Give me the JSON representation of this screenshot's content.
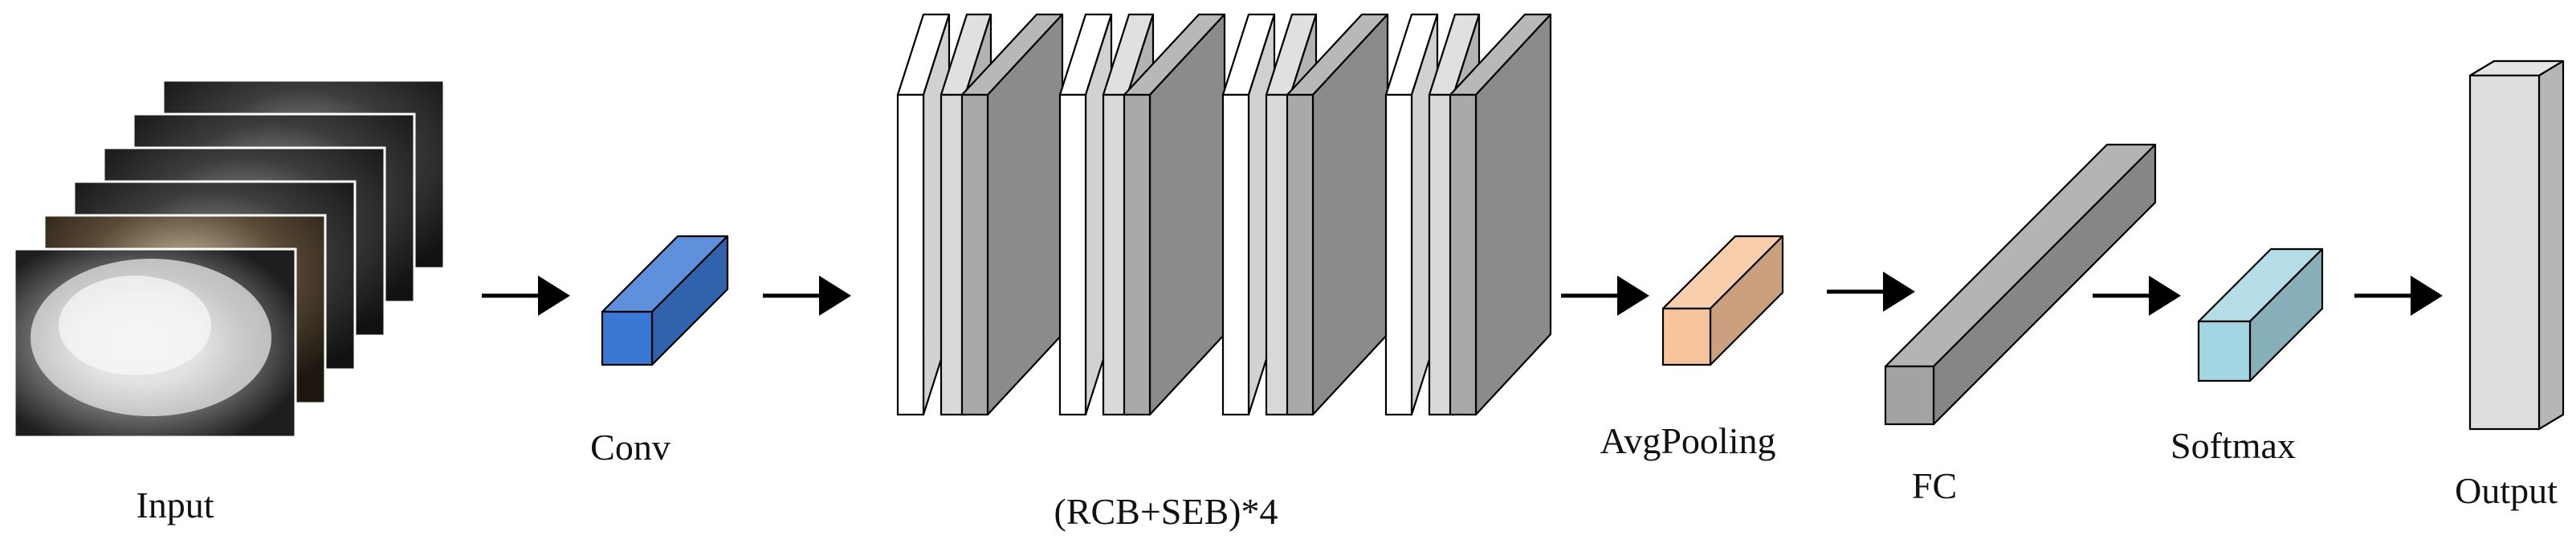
{
  "labels": {
    "input": "Input",
    "conv": "Conv",
    "blocks": "(RCB+SEB)*4",
    "avgpool": "AvgPooling",
    "fc": "FC",
    "softmax": "Softmax",
    "output": "Output"
  },
  "colors": {
    "conv": "#3b78d4",
    "avgpool": "#f7c39a",
    "fc": "#a3a3a3",
    "softmax": "#a3d6e3",
    "output": "#dedede",
    "layer_front": "#a9a9a9",
    "layer_white": "#ffffff",
    "layer_mid": "#d9d9d9"
  },
  "input_stack": {
    "frame_count": 6
  },
  "block_groups": 4
}
